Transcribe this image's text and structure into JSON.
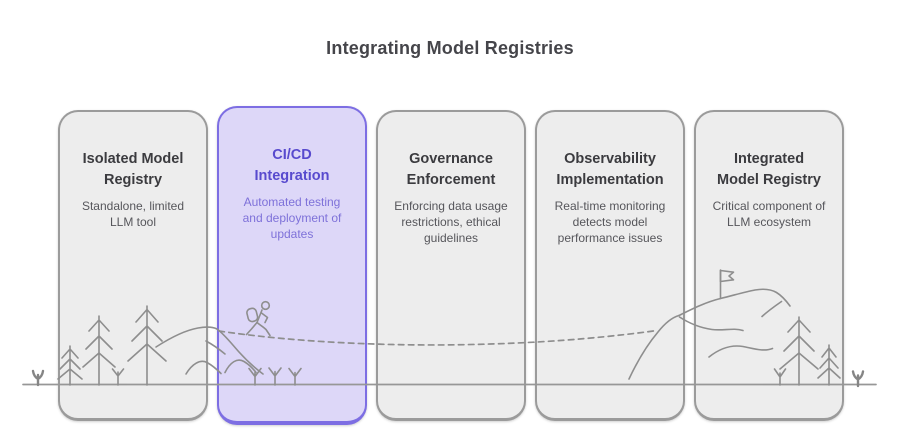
{
  "title": "Integrating Model Registries",
  "cards": [
    {
      "id": "isolated-model-registry",
      "title": "Isolated Model\nRegistry",
      "description": "Standalone, limited\nLLM tool",
      "highlighted": false
    },
    {
      "id": "cicd-integration",
      "title": "CI/CD\nIntegration",
      "description": "Automated testing\nand deployment of\nupdates",
      "highlighted": true
    },
    {
      "id": "governance-enforcement",
      "title": "Governance\nEnforcement",
      "description": "Enforcing data usage\nrestrictions, ethical\nguidelines",
      "highlighted": false
    },
    {
      "id": "observability-implementation",
      "title": "Observability\nImplementation",
      "description": "Real-time monitoring\ndetects model\nperformance issues",
      "highlighted": false
    },
    {
      "id": "integrated-model-registry",
      "title": "Integrated\nModel Registry",
      "description": "Critical component of\nLLM ecosystem",
      "highlighted": false
    }
  ],
  "colors": {
    "background": "#ffffff",
    "card_fill": "#ededed",
    "card_border": "#9b9b9b",
    "highlight_fill": "#ddd7f8",
    "highlight_border": "#7d6ee3",
    "heading_text": "#3b3b3f",
    "body_text": "#56565b",
    "highlight_heading_text": "#584ace",
    "highlight_body_text": "#7e71d9",
    "illustration_stroke": "#8e8e8e"
  },
  "illustration": {
    "icons": [
      "pine-tree-icon",
      "grass-tuft-icon",
      "hiker-icon",
      "dashed-trail-path",
      "foothill-ridge",
      "summit-mountain",
      "summit-flag-icon",
      "ground-line"
    ]
  }
}
